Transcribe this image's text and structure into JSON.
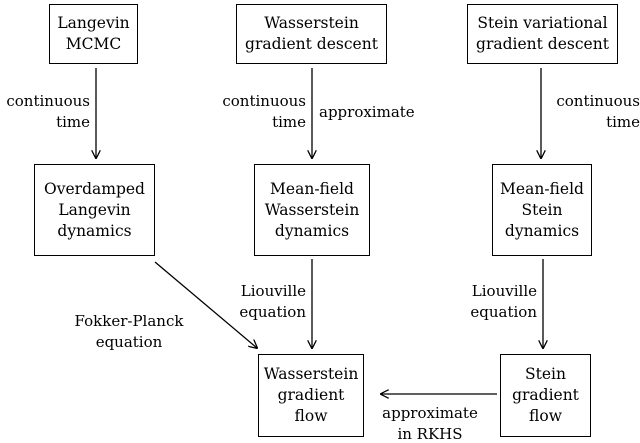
{
  "nodes": {
    "langevin_mcmc": [
      "Langevin",
      "MCMC"
    ],
    "wasserstein_gd": [
      "Wasserstein",
      "gradient descent"
    ],
    "svgd": [
      "Stein variational",
      "gradient descent"
    ],
    "overdamped_langevin": [
      "Overdamped",
      "Langevin",
      "dynamics"
    ],
    "mf_wasserstein": [
      "Mean-field",
      "Wasserstein",
      "dynamics"
    ],
    "mf_stein": [
      "Mean-field",
      "Stein",
      "dynamics"
    ],
    "wasserstein_flow": [
      "Wasserstein",
      "gradient",
      "flow"
    ],
    "stein_flow": [
      "Stein",
      "gradient",
      "flow"
    ]
  },
  "edge_labels": {
    "continuous_time_left": [
      "continuous",
      "time"
    ],
    "continuous_time_mid": [
      "continuous",
      "time"
    ],
    "approximate_mid": [
      "approximate"
    ],
    "continuous_time_right": [
      "continuous",
      "time"
    ],
    "liouville_mid": [
      "Liouville",
      "equation"
    ],
    "liouville_right": [
      "Liouville",
      "equation"
    ],
    "fokker_planck": [
      "Fokker-Planck",
      "equation"
    ],
    "approximate_rkhs": [
      "approximate",
      "in RKHS"
    ]
  }
}
